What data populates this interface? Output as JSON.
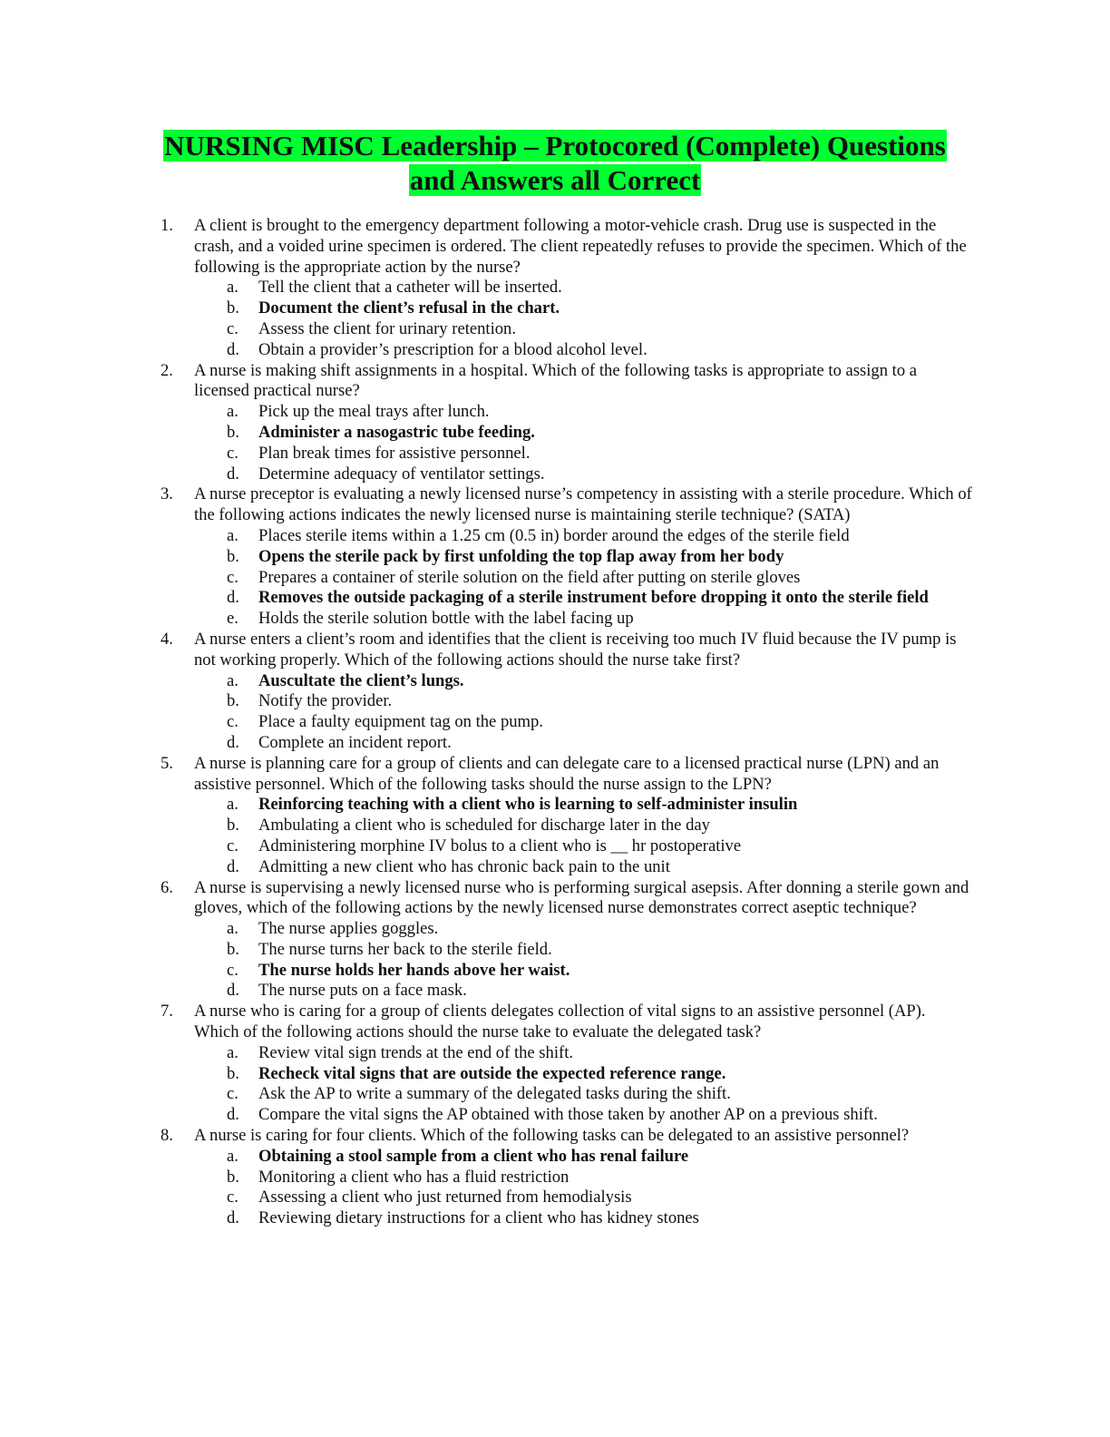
{
  "title": {
    "line1": "NURSING MISC Leadership – Protocored (Complete) Questions",
    "line2": "and Answers all Correct",
    "highlight_color": "#00ff33"
  },
  "questions": [
    {
      "number": "1.",
      "text": "A client is brought to the emergency department following a motor-vehicle crash. Drug use is suspected in the crash, and a voided urine specimen is ordered. The client repeatedly refuses to provide the specimen. Which of the following is the appropriate action by the nurse?",
      "options": [
        {
          "letter": "a.",
          "text": "Tell the client that a catheter will be inserted.",
          "correct": false
        },
        {
          "letter": "b.",
          "text": "Document the client’s refusal in the chart.",
          "correct": true
        },
        {
          "letter": "c.",
          "text": "Assess the client for urinary retention.",
          "correct": false
        },
        {
          "letter": "d.",
          "text": "Obtain a provider’s prescription for a blood alcohol level.",
          "correct": false
        }
      ]
    },
    {
      "number": "2.",
      "text": "A nurse is making shift assignments in a hospital. Which of the following tasks is appropriate to assign to a licensed practical nurse?",
      "options": [
        {
          "letter": "a.",
          "text": "Pick up the meal trays after lunch.",
          "correct": false
        },
        {
          "letter": "b.",
          "text": "Administer a nasogastric tube feeding.",
          "correct": true
        },
        {
          "letter": "c.",
          "text": "Plan break times for assistive personnel.",
          "correct": false
        },
        {
          "letter": "d.",
          "text": "Determine adequacy of ventilator settings.",
          "correct": false
        }
      ]
    },
    {
      "number": "3.",
      "text": "A nurse preceptor is evaluating a newly licensed nurse’s competency in assisting with a sterile procedure. Which of the following actions indicates the newly licensed nurse is maintaining sterile technique? (SATA)",
      "options": [
        {
          "letter": "a.",
          "text": "Places sterile items within a 1.25 cm (0.5 in) border around the edges of the sterile field",
          "correct": false
        },
        {
          "letter": "b.",
          "text": "Opens the sterile pack by first unfolding the top flap away from her body",
          "correct": true
        },
        {
          "letter": "c.",
          "text": "Prepares a container of sterile solution on the field after putting on sterile gloves",
          "correct": false
        },
        {
          "letter": "d.",
          "text": "Removes the outside packaging of a sterile instrument before dropping it onto the sterile field",
          "correct": true
        },
        {
          "letter": "e.",
          "text": "Holds the sterile solution bottle with the label facing up",
          "correct": false
        }
      ]
    },
    {
      "number": "4.",
      "text": "A nurse enters a client’s room and identifies that the client is receiving too much IV fluid because the IV pump is not working properly. Which of the following actions should the nurse take first?",
      "options": [
        {
          "letter": "a.",
          "text": "Auscultate the client’s lungs.",
          "correct": true
        },
        {
          "letter": "b.",
          "text": "Notify the provider.",
          "correct": false
        },
        {
          "letter": "c.",
          "text": "Place a faulty equipment tag on the pump.",
          "correct": false
        },
        {
          "letter": "d.",
          "text": "Complete an incident report.",
          "correct": false
        }
      ]
    },
    {
      "number": "5.",
      "text": "A nurse is planning care for a group of clients and can delegate care to a licensed practical nurse (LPN) and an assistive personnel. Which of the following tasks should the nurse assign to the LPN?",
      "options": [
        {
          "letter": "a.",
          "text": "Reinforcing teaching with a client who is learning to self-administer insulin",
          "correct": true
        },
        {
          "letter": "b.",
          "text": "Ambulating a client who is scheduled for discharge later in the day",
          "correct": false
        },
        {
          "letter": "c.",
          "text": "Administering morphine IV bolus to a client who is __ hr postoperative",
          "correct": false
        },
        {
          "letter": "d.",
          "text": "Admitting a new client who has chronic back pain to the unit",
          "correct": false
        }
      ]
    },
    {
      "number": "6.",
      "text": "A nurse is supervising a newly licensed nurse who is performing surgical asepsis. After donning a sterile gown and gloves, which of the following actions by the newly licensed nurse demonstrates correct aseptic technique?",
      "options": [
        {
          "letter": "a.",
          "text": "The nurse applies goggles.",
          "correct": false
        },
        {
          "letter": "b.",
          "text": "The nurse turns her back to the sterile field.",
          "correct": false
        },
        {
          "letter": "c.",
          "text": "The nurse holds her hands above her waist.",
          "correct": true
        },
        {
          "letter": "d.",
          "text": "The nurse puts on a face mask.",
          "correct": false
        }
      ]
    },
    {
      "number": "7.",
      "text": "A nurse who is caring for a group of clients delegates collection of vital signs to an assistive personnel (AP). Which of the following actions should the nurse take to evaluate the delegated task?",
      "options": [
        {
          "letter": "a.",
          "text": "Review vital sign trends at the end of the shift.",
          "correct": false
        },
        {
          "letter": "b.",
          "text": "Recheck vital signs that are outside the expected reference range.",
          "correct": true
        },
        {
          "letter": "c.",
          "text": "Ask the AP to write a summary of the delegated tasks during the shift.",
          "correct": false
        },
        {
          "letter": "d.",
          "text": "Compare the vital signs the AP obtained with those taken by another AP on a previous shift.",
          "correct": false
        }
      ]
    },
    {
      "number": "8.",
      "text": "A nurse is caring for four clients. Which of the following tasks can be delegated to an assistive personnel?",
      "options": [
        {
          "letter": "a.",
          "text": "Obtaining a stool sample from a client who has renal failure",
          "correct": true
        },
        {
          "letter": "b.",
          "text": "Monitoring a client who has a fluid restriction",
          "correct": false
        },
        {
          "letter": "c.",
          "text": "Assessing a client who just returned from hemodialysis",
          "correct": false
        },
        {
          "letter": "d.",
          "text": "Reviewing dietary instructions for a client who has kidney stones",
          "correct": false
        }
      ]
    }
  ]
}
